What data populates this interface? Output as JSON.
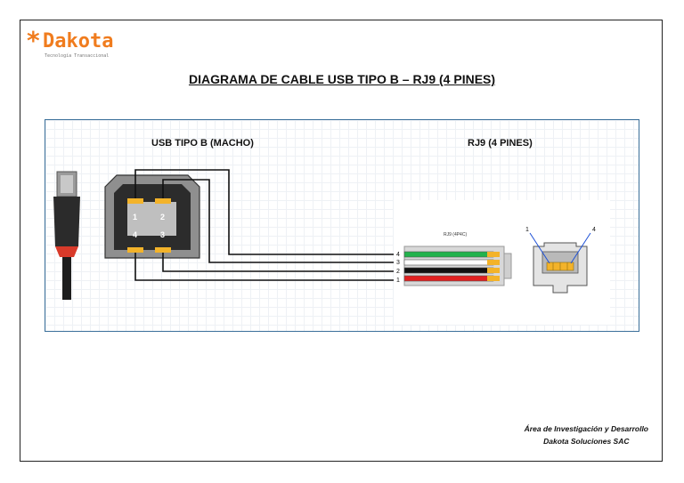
{
  "logo": {
    "star": "*",
    "name": "Dakota",
    "tagline": "Tecnología Transaccional"
  },
  "title": "DIAGRAMA DE CABLE USB TIPO B – RJ9 (4 PINES)",
  "usb": {
    "label": "USB TIPO B (MACHO)",
    "pins": [
      "1",
      "2",
      "4",
      "3"
    ]
  },
  "rj9": {
    "label": "RJ9 (4 PINES)",
    "connector_label": "RJ9 (4P4C)",
    "wire_numbers": [
      "4",
      "3",
      "2",
      "1"
    ],
    "front_labels": [
      "1",
      "4"
    ]
  },
  "wire_colors": {
    "green": "#22b24c",
    "white": "#ffffff",
    "black": "#111111",
    "red": "#e02020",
    "gold": "#f3b32a"
  },
  "footer": {
    "line1": "Área de Investigación y Desarrollo",
    "line2": "Dakota Soluciones SAC"
  }
}
